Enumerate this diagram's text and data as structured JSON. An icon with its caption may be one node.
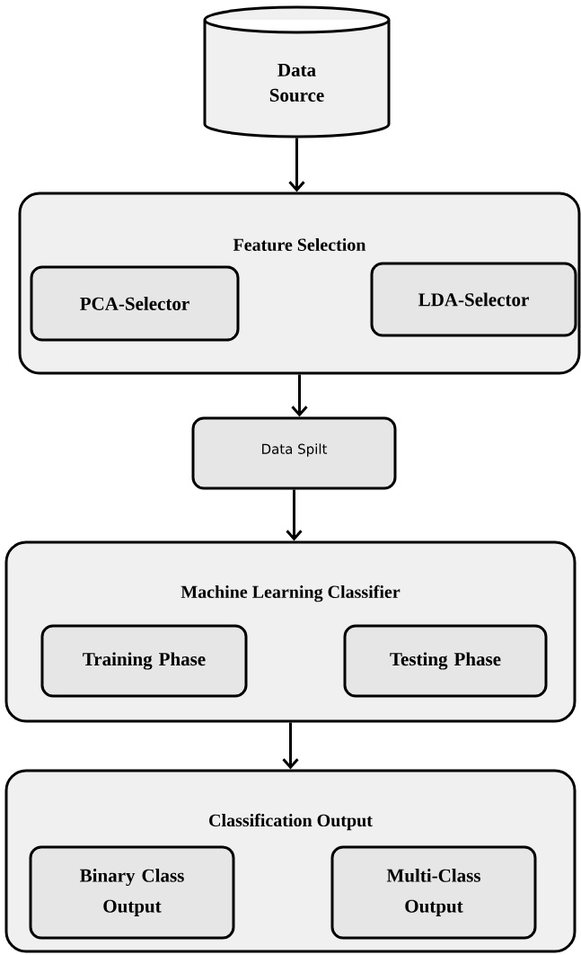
{
  "diagram": {
    "nodes": [
      {
        "text": [
          "Data Source"
        ]
      },
      {
        "text": [
          "Feature Selection"
        ]
      },
      {
        "text": [
          "PCA-Selector"
        ],
        "in": 1
      },
      {
        "text": [
          "LDA-Selector"
        ],
        "in": 1
      },
      {
        "text": [
          "Data Spilt"
        ]
      },
      {
        "text": [
          "Machine Learning Classifier"
        ]
      },
      {
        "text": [
          "Training Phase"
        ],
        "in": 5
      },
      {
        "text": [
          "Testing Phase"
        ],
        "in": 5
      },
      {
        "text": [
          "Classification Output"
        ]
      },
      {
        "text": [
          "Binary Class Output"
        ],
        "in": 8
      },
      {
        "text": [
          "Multi-Class Output"
        ],
        "in": 8
      }
    ],
    "edges": [
      {
        "from": 0,
        "to": 1,
        "arrow": "to"
      },
      {
        "from": 1,
        "to": 4,
        "arrow": "to"
      },
      {
        "from": 4,
        "to": 5,
        "arrow": "to"
      },
      {
        "from": 5,
        "to": 8,
        "arrow": "to"
      }
    ]
  }
}
